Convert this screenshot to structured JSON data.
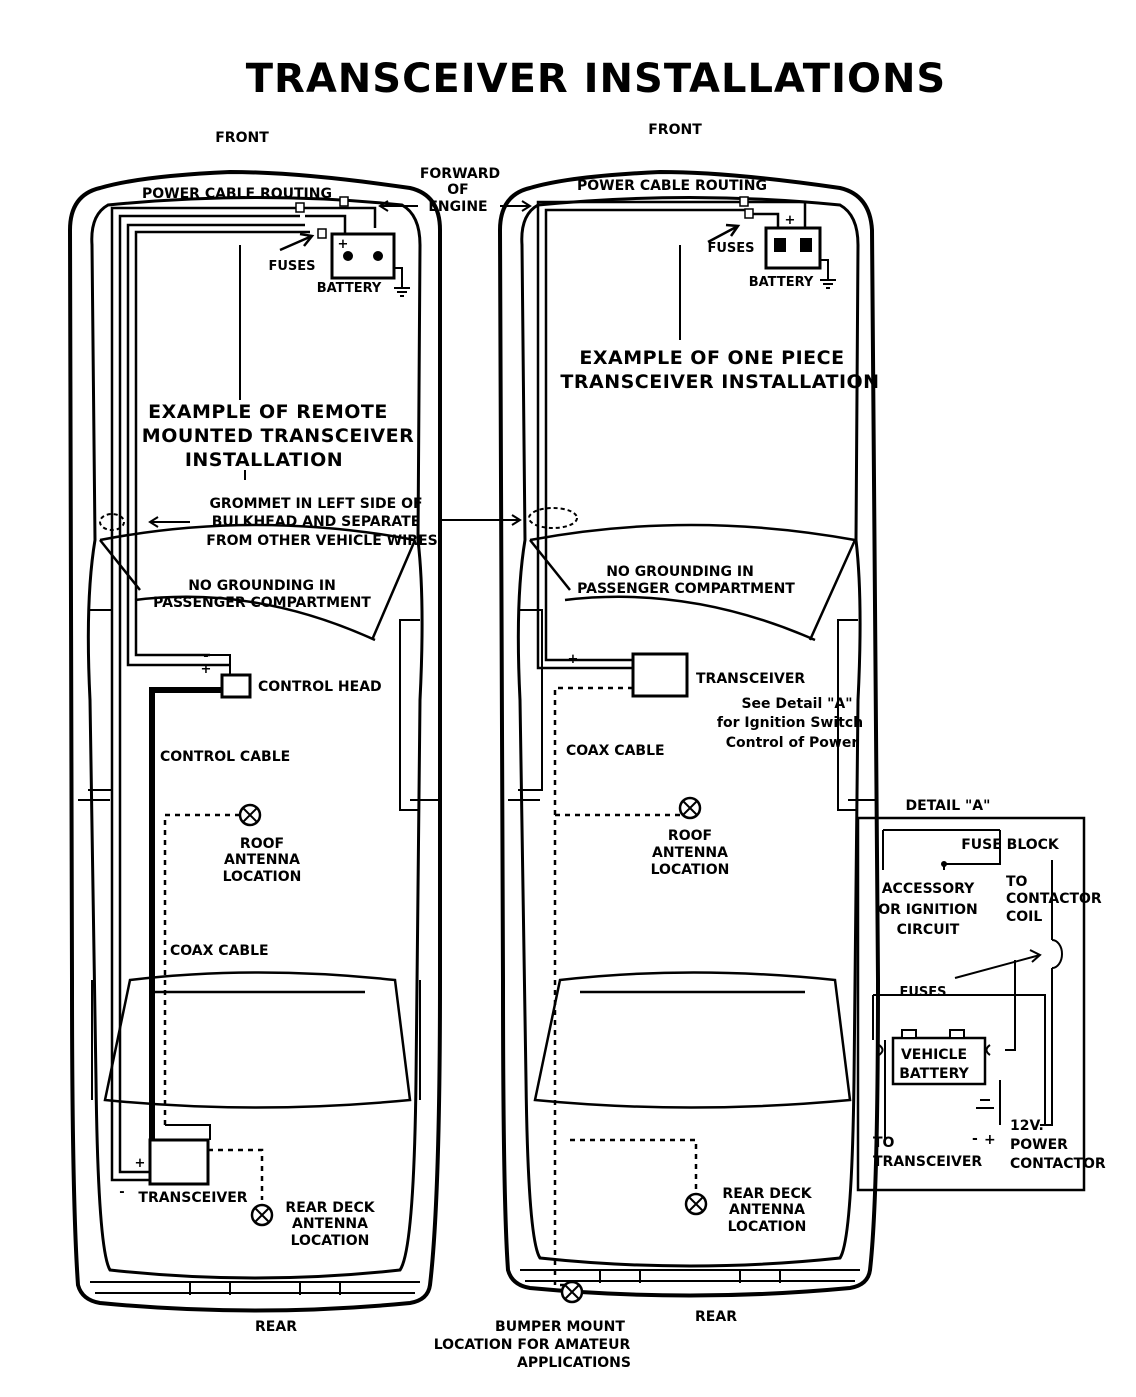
{
  "title": "TRANSCEIVER INSTALLATIONS",
  "left_car": {
    "front": "FRONT",
    "rear": "REAR",
    "power_cable_routing": "POWER CABLE ROUTING",
    "fuses": "FUSES",
    "battery": "BATTERY",
    "heading": [
      "EXAMPLE OF REMOTE",
      "MOUNTED TRANSCEIVER",
      "INSTALLATION"
    ],
    "no_grounding": [
      "NO GROUNDING IN",
      "PASSENGER COMPARTMENT"
    ],
    "control_head": "CONTROL HEAD",
    "control_cable": "CONTROL CABLE",
    "roof_antenna": [
      "ROOF",
      "ANTENNA",
      "LOCATION"
    ],
    "coax_cable": "COAX CABLE",
    "transceiver": "TRANSCEIVER",
    "rear_deck_antenna": [
      "REAR DECK",
      "ANTENNA",
      "LOCATION"
    ]
  },
  "forward_of_engine": [
    "FORWARD",
    "OF",
    "ENGINE"
  ],
  "grommet": [
    "GROMMET IN LEFT SIDE OF",
    "BULKHEAD AND SEPARATE",
    "FROM OTHER VEHICLE WIRES"
  ],
  "right_car": {
    "front": "FRONT",
    "rear": "REAR",
    "power_cable_routing": "POWER CABLE ROUTING",
    "fuses": "FUSES",
    "battery": "BATTERY",
    "heading": [
      "EXAMPLE OF ONE PIECE",
      "TRANSCEIVER INSTALLATION"
    ],
    "no_grounding": [
      "NO GROUNDING IN",
      "PASSENGER COMPARTMENT"
    ],
    "transceiver": "TRANSCEIVER",
    "see_detail": [
      "See Detail \"A\"",
      "for Ignition Switch",
      "Control of Power"
    ],
    "coax_cable": "COAX CABLE",
    "roof_antenna": [
      "ROOF",
      "ANTENNA",
      "LOCATION"
    ],
    "rear_deck_antenna": [
      "REAR DECK",
      "ANTENNA",
      "LOCATION"
    ],
    "bumper_mount": [
      "BUMPER MOUNT",
      "LOCATION FOR AMATEUR",
      "APPLICATIONS"
    ]
  },
  "detail_a": {
    "title": "DETAIL \"A\"",
    "fuse_block": "FUSE BLOCK",
    "accessory": [
      "ACCESSORY",
      "OR IGNITION",
      "CIRCUIT"
    ],
    "to_contactor": [
      "TO",
      "CONTACTOR",
      "COIL"
    ],
    "fuses": "FUSES",
    "vehicle_battery": [
      "VEHICLE",
      "BATTERY"
    ],
    "to_transceiver": [
      "TO",
      "TRANSCEIVER"
    ],
    "power_contactor": [
      "12V.",
      "POWER",
      "CONTACTOR"
    ],
    "minus": "-",
    "plus": "+"
  },
  "polarity": {
    "plus": "+",
    "minus": "-"
  }
}
